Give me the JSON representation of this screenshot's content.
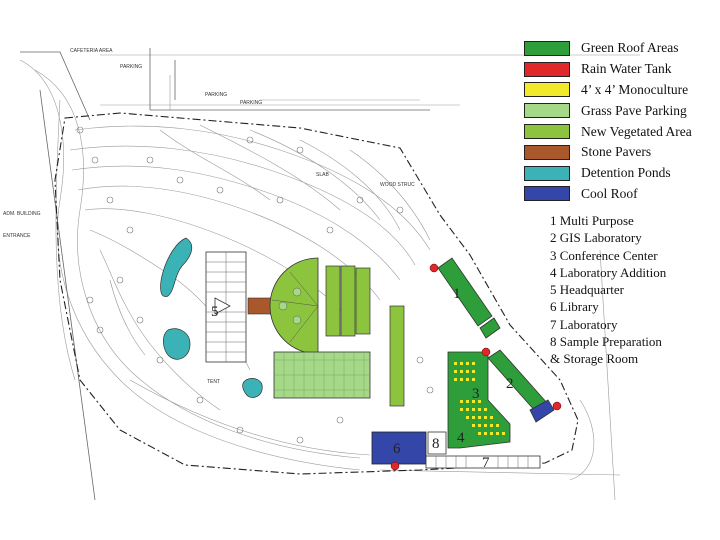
{
  "legend": [
    {
      "label": "Green Roof Areas",
      "color": "#2e9e3a"
    },
    {
      "label": "Rain Water Tank",
      "color": "#e0282a"
    },
    {
      "label": "4’ x 4’ Monoculture",
      "color": "#f2e92a"
    },
    {
      "label": "Grass Pave Parking",
      "color": "#a6d987"
    },
    {
      "label": "New Vegetated Area",
      "color": "#8cc43e"
    },
    {
      "label": "Stone Pavers",
      "color": "#a8582a"
    },
    {
      "label": "Detention Ponds",
      "color": "#3bb2b5"
    },
    {
      "label": "Cool Roof",
      "color": "#3447a8"
    }
  ],
  "buildings": [
    "1 Multi Purpose",
    "2 GIS Laboratory",
    "3 Conference Center",
    "4 Laboratory Addition",
    "5 Headquarter",
    "6 Library",
    "7 Laboratory",
    "8 Sample Preparation",
    "& Storage Room"
  ],
  "site_labels": {
    "cafeteria": "CAFETERIA AREA",
    "parking": "PARKING",
    "parking2": "PARKING",
    "parking3": "PARKING",
    "adm_building": "ADM. BUILDING",
    "entrance": "ENTRANCE",
    "slab": "SLAB",
    "wood_struc": "WOOD STRUC",
    "tent": "TENT"
  },
  "building_numbers": [
    "1",
    "2",
    "3",
    "4",
    "5",
    "6",
    "7",
    "8"
  ]
}
